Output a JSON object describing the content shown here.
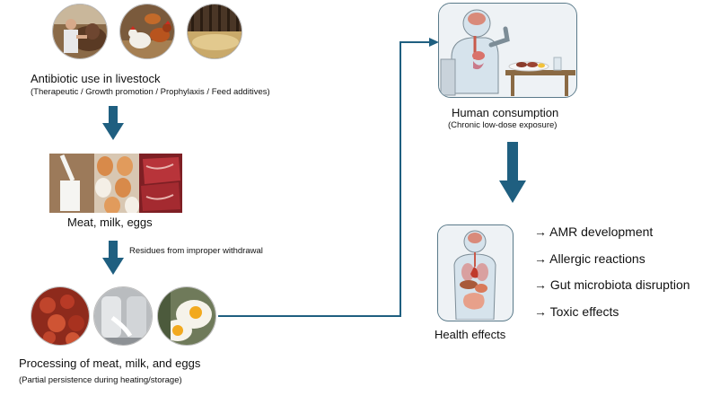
{
  "livestock": {
    "title": "Antibiotic use in livestock",
    "subtitle": "(Therapeutic / Growth promotion / Prophylaxis / Feed additives)"
  },
  "products": {
    "title": "Meat, milk, eggs"
  },
  "withdrawal": {
    "label": "Residues from improper withdrawal"
  },
  "processing": {
    "title": "Processing of meat, milk, and eggs",
    "subtitle": "(Partial persistence during heating/storage)"
  },
  "consumption": {
    "title": "Human consumption",
    "subtitle": "(Chronic low-dose exposure)"
  },
  "health": {
    "title": "Health effects",
    "effects": [
      "→ AMR development",
      "→ Allergic reactions",
      "→ Gut microbiota disruption",
      "→ Toxic effects"
    ]
  },
  "colors": {
    "arrow": "#1f5f80",
    "connector": "#1f5f80",
    "panel_border": "#5a7a8a",
    "panel_fill": "#eef2f5"
  }
}
